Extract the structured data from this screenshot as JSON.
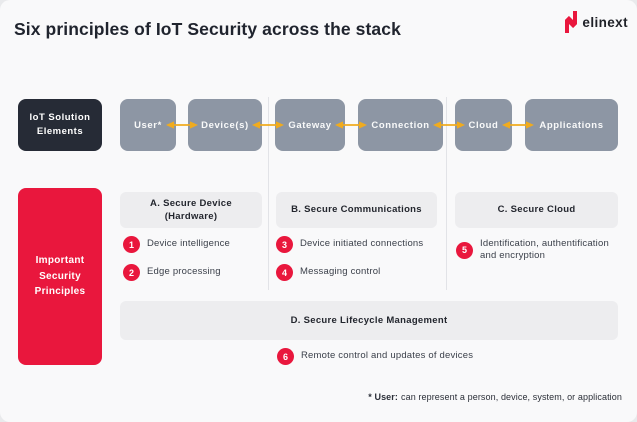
{
  "page": {
    "title": "Six principles of IoT Security across the stack"
  },
  "logo": {
    "text": "elinext",
    "icon": "elinext-n-mark"
  },
  "stack": {
    "label": "IoT Solution Elements",
    "elements": [
      {
        "label": "User*"
      },
      {
        "label": "Device(s)"
      },
      {
        "label": "Gateway"
      },
      {
        "label": "Connection"
      },
      {
        "label": "Cloud"
      },
      {
        "label": "Applications"
      }
    ]
  },
  "principles": {
    "label": "Important Security Principles",
    "sections": [
      {
        "key": "A",
        "title": "A. Secure Device (Hardware)",
        "items": [
          {
            "num": "1",
            "text": "Device intelligence"
          },
          {
            "num": "2",
            "text": "Edge processing"
          }
        ]
      },
      {
        "key": "B",
        "title": "B. Secure Communications",
        "items": [
          {
            "num": "3",
            "text": "Device initiated connections"
          },
          {
            "num": "4",
            "text": "Messaging control"
          }
        ]
      },
      {
        "key": "C",
        "title": "C. Secure Cloud",
        "items": [
          {
            "num": "5",
            "text": "Identification, authentification and encryption"
          }
        ]
      },
      {
        "key": "D",
        "title": "D. Secure Lifecycle Management",
        "items": [
          {
            "num": "6",
            "text": "Remote control and updates of devices"
          }
        ]
      }
    ]
  },
  "footnote": {
    "bold": "* User:",
    "rest": "can represent a person, device, system, or application"
  },
  "colors": {
    "background": "#f9f9fa",
    "accent_red": "#e9173d",
    "dark_navy": "#262b36",
    "box_gray": "#8d96a4",
    "arrow_yellow": "#f0ab1e",
    "header_gray": "#ededef",
    "title_text": "#20242e"
  }
}
